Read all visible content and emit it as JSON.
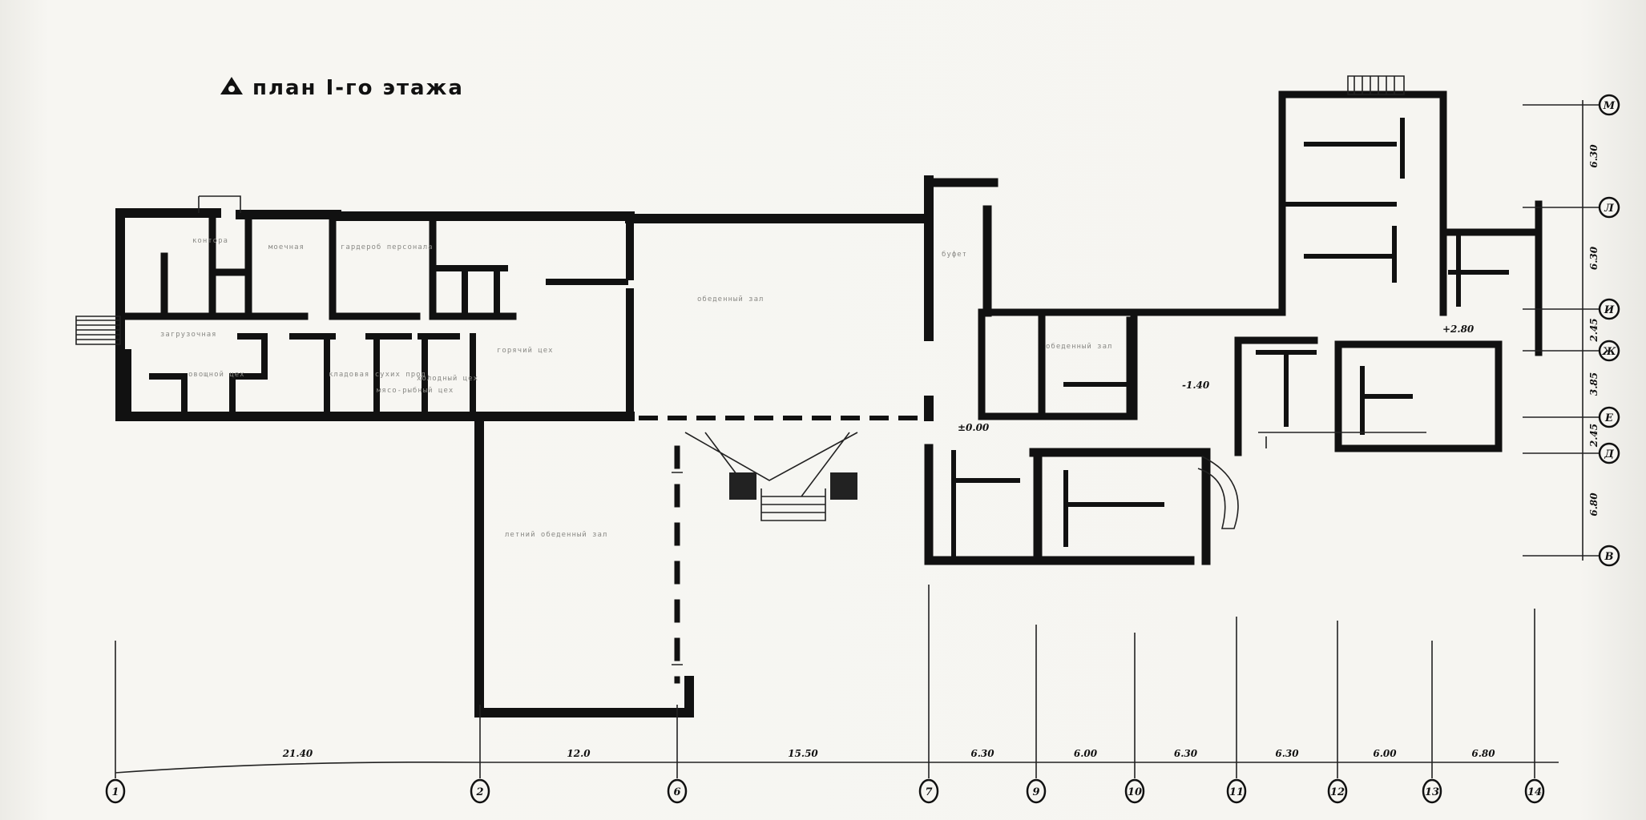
{
  "title": "план I-го этажа",
  "rooms": {
    "loading": "загрузочная",
    "hot_shop": "горячий цех",
    "vegetable_shop": "овощной цех",
    "cold_shop": "холодный цех",
    "meat_fish_shop": "мясо-рыбный цех",
    "dry_storage": "кладовая сухих прод.",
    "washing": "моечная",
    "office": "контора",
    "wardrobe": "гардероб персонала",
    "dining_hall": "обеденный зал",
    "summer_dining_hall": "летний обеденный зал",
    "buffet": "буфет",
    "dining_west": "обеденный зал"
  },
  "levels": {
    "l1": "-1.40",
    "l2": "±0.00",
    "l3": "+2.80"
  },
  "bottom_axes": {
    "bubbles": [
      "1",
      "2",
      "6",
      "7",
      "9",
      "10",
      "11",
      "12",
      "13",
      "14"
    ],
    "dims": [
      "21.40",
      "12.0",
      "15.50",
      "6.30",
      "6.00",
      "6.30",
      "6.30",
      "6.00",
      "6.80"
    ]
  },
  "right_axes": {
    "bubbles": [
      "М",
      "Л",
      "И",
      "Ж",
      "Е",
      "Д",
      "В"
    ],
    "dims": [
      "6.30",
      "6.30",
      "2.45",
      "3.85",
      "2.45",
      "6.80"
    ]
  }
}
